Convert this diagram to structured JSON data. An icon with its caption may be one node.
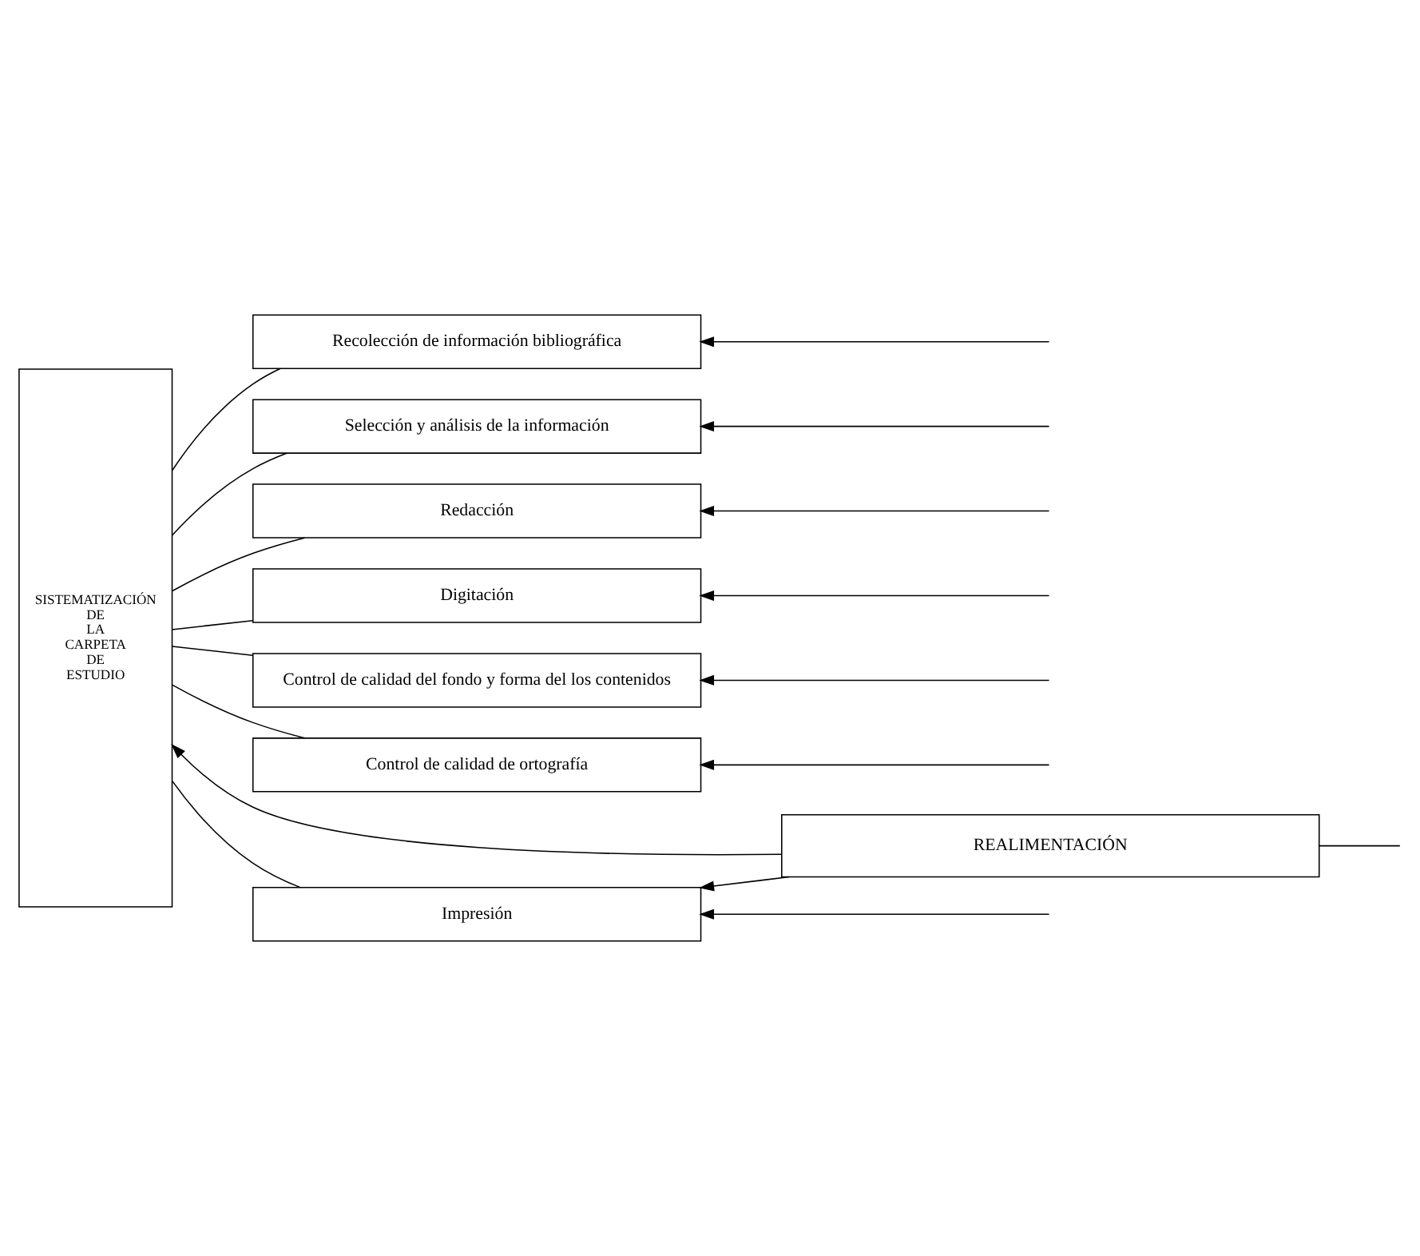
{
  "diagram": {
    "nodes": [
      {
        "text": [
          "SISTEMATIZACIÓN DE LA CARPETA DE ESTUDIO"
        ]
      },
      {
        "text": [
          "Recolección de información bibliográfica"
        ]
      },
      {
        "text": [
          "Selección y análisis de la información"
        ]
      },
      {
        "text": [
          "Redacción"
        ]
      },
      {
        "text": [
          "Digitación"
        ]
      },
      {
        "text": [
          "Control de calidad del fondo y forma del los contenidos"
        ]
      },
      {
        "text": [
          "Control de calidad de ortografía"
        ]
      },
      {
        "text": [
          "Impresión"
        ]
      },
      {
        "text": [
          "REALIMENTACIÓN"
        ]
      }
    ],
    "edges": [
      {
        "from": 0,
        "to": 1,
        "arrow": "none"
      },
      {
        "from": 0,
        "to": 2,
        "arrow": "none"
      },
      {
        "from": 0,
        "to": 3,
        "arrow": "none"
      },
      {
        "from": 0,
        "to": 4,
        "arrow": "none"
      },
      {
        "from": 0,
        "to": 5,
        "arrow": "none"
      },
      {
        "from": 0,
        "to": 6,
        "arrow": "none"
      },
      {
        "from": 0,
        "to": 7,
        "arrow": "none"
      },
      {
        "from": null,
        "to": 1,
        "arrow": "to"
      },
      {
        "from": null,
        "to": 2,
        "arrow": "to"
      },
      {
        "from": null,
        "to": 3,
        "arrow": "to"
      },
      {
        "from": null,
        "to": 4,
        "arrow": "to"
      },
      {
        "from": null,
        "to": 5,
        "arrow": "to"
      },
      {
        "from": null,
        "to": 6,
        "arrow": "to"
      },
      {
        "from": null,
        "to": 7,
        "arrow": "to"
      },
      {
        "from": 8,
        "to": 0,
        "arrow": "to"
      },
      {
        "from": 8,
        "to": 7,
        "arrow": "to"
      },
      {
        "from": 8,
        "to": null,
        "arrow": "none"
      }
    ]
  }
}
